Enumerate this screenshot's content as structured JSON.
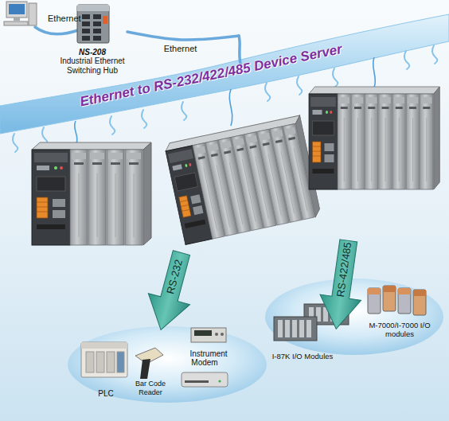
{
  "diagram": {
    "nodes": [
      {
        "text": [
          "NS-208",
          "Industrial Ethernet Switching Hub"
        ]
      },
      {
        "text": [
          "Ethernet to RS-232/422/485 Device Server"
        ]
      },
      {
        "text": [
          "RS-232"
        ]
      },
      {
        "text": [
          "PLC"
        ]
      },
      {
        "text": [
          "Bar Code Reader"
        ]
      },
      {
        "text": [
          "Instrument"
        ]
      },
      {
        "text": [
          "Modem"
        ]
      },
      {
        "text": [
          "RS-422/485"
        ]
      },
      {
        "text": [
          "I-87K I/O Modules"
        ]
      },
      {
        "text": [
          "M-7000/I-7000 I/O modules"
        ]
      }
    ],
    "edges": [
      {
        "from": 0,
        "to": 1,
        "label": "Ethernet",
        "arrow": "none"
      }
    ],
    "labels": [
      "Ethernet"
    ]
  }
}
